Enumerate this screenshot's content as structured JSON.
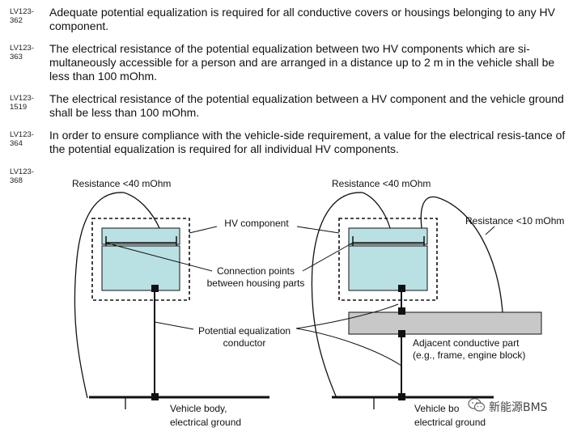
{
  "requirements": [
    {
      "id": "LV123-\n362",
      "id_line1": "LV123-",
      "id_line2": "362",
      "text": "Adequate potential equalization is required for all conductive covers or housings belonging to any HV component."
    },
    {
      "id_line1": "LV123-",
      "id_line2": "363",
      "text": "The electrical resistance of the potential equalization between two HV components which are si-multaneously accessible for a person and are arranged in a distance up to 2 m in the vehicle shall be less than 100 mOhm."
    },
    {
      "id_line1": "LV123-",
      "id_line2": "1519",
      "text": "The electrical resistance of the potential equalization between a HV component and the vehicle ground shall be less than 100 mOhm."
    },
    {
      "id_line1": "LV123-",
      "id_line2": "364",
      "text": "In order to ensure compliance with the vehicle-side requirement, a value for the electrical resis-tance of the potential equalization is required for all individual HV components."
    }
  ],
  "figure_req": {
    "id_line1": "LV123-",
    "id_line2": "368"
  },
  "figure": {
    "resistance_left": "Resistance <40 mOhm",
    "resistance_right": "Resistance <40 mOhm",
    "resistance_far": "Resistance <10 mOhm",
    "hv_component": "HV component",
    "connection_points_line1": "Connection points",
    "connection_points_line2": "between housing parts",
    "pe_conductor_line1": "Potential equalization",
    "pe_conductor_line2": "conductor",
    "adjacent_line1": "Adjacent conductive part",
    "adjacent_line2": "(e.g., frame, engine block)",
    "body_left_line1": "Vehicle body,",
    "body_left_line2": "electrical ground",
    "body_right_line1": "Vehicle bo",
    "body_right_line2": "electrical ground",
    "colors": {
      "housing_fill": "#b9e0e3",
      "part_fill": "#c8c8c8",
      "ink": "#111111"
    }
  },
  "watermark": {
    "text": "新能源BMS",
    "icon": "wechat-icon"
  }
}
